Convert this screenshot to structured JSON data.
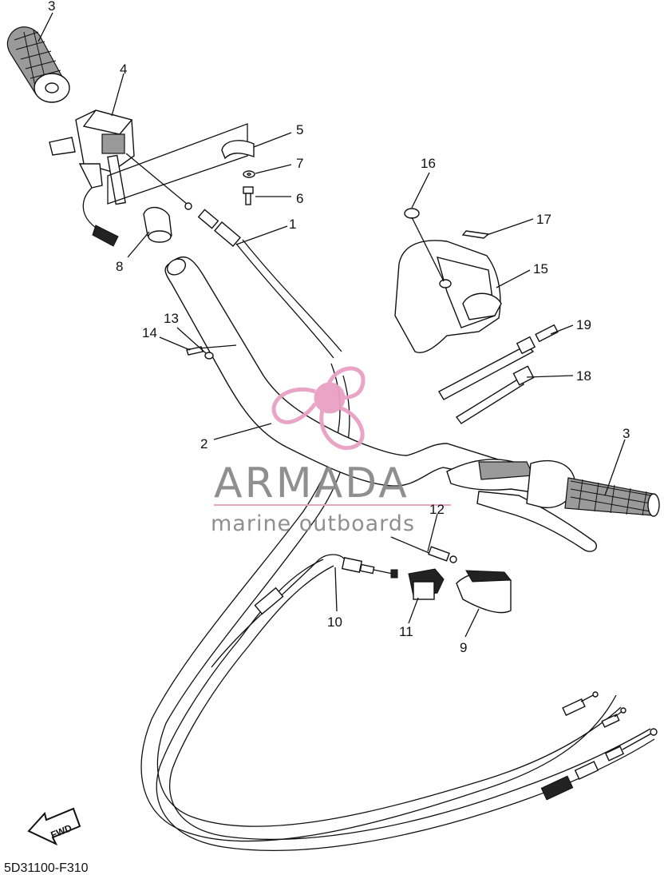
{
  "diagram": {
    "callouts": [
      {
        "id": "c3a",
        "label": "3"
      },
      {
        "id": "c4",
        "label": "4"
      },
      {
        "id": "c5",
        "label": "5"
      },
      {
        "id": "c7",
        "label": "7"
      },
      {
        "id": "c6",
        "label": "6"
      },
      {
        "id": "c1",
        "label": "1"
      },
      {
        "id": "c8",
        "label": "8"
      },
      {
        "id": "c16",
        "label": "16"
      },
      {
        "id": "c17",
        "label": "17"
      },
      {
        "id": "c15",
        "label": "15"
      },
      {
        "id": "c13",
        "label": "13"
      },
      {
        "id": "c14",
        "label": "14"
      },
      {
        "id": "c19",
        "label": "19"
      },
      {
        "id": "c18",
        "label": "18"
      },
      {
        "id": "c2",
        "label": "2"
      },
      {
        "id": "c3b",
        "label": "3"
      },
      {
        "id": "c12",
        "label": "12"
      },
      {
        "id": "c10",
        "label": "10"
      },
      {
        "id": "c11",
        "label": "11"
      },
      {
        "id": "c9",
        "label": "9"
      }
    ],
    "fwd_label": "FWD",
    "diagram_code": "5D31100-F310"
  },
  "watermark": {
    "title": "ARMADA",
    "subtitle": "marine outboards",
    "accent_color": "#e8a0c4"
  }
}
